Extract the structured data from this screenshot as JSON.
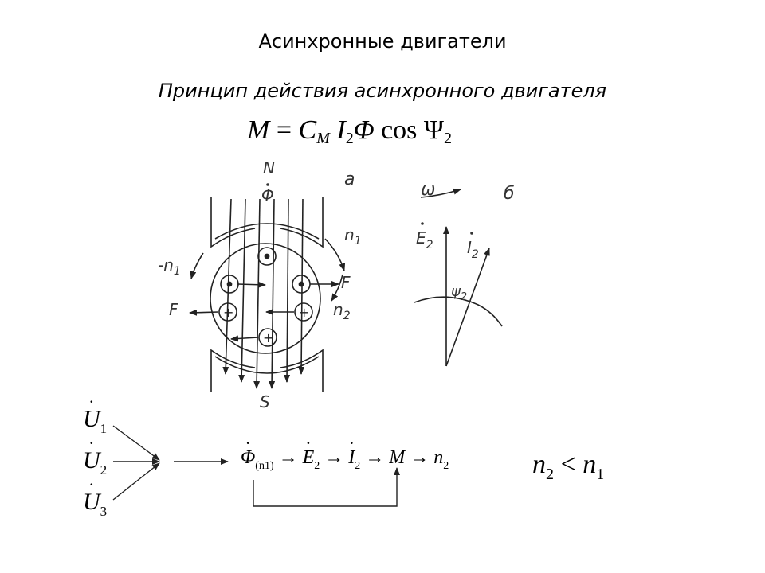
{
  "title": "Асинхронные двигатели",
  "subtitle": "Принцип действия асинхронного двигателя",
  "formula": {
    "lhs": "M",
    "eq": "=",
    "C": "C",
    "C_sub": "M",
    "I": "I",
    "I_sub": "2",
    "Phi": "Φ",
    "cos": "cos",
    "Psi": "Ψ",
    "Psi_sub": "2"
  },
  "diagram_a": {
    "label_panel": "а",
    "label_N": "N",
    "label_S": "S",
    "label_phi": "Φ",
    "label_n1": "n",
    "label_n1_sub": "1",
    "label_minus_n1": "-n",
    "label_minus_n1_sub": "1",
    "label_F_right": "F",
    "label_F_left": "F",
    "label_n2": "n",
    "label_n2_sub": "2",
    "plus_sign": "+"
  },
  "diagram_b": {
    "label_panel": "б",
    "label_omega": "ω",
    "label_E": "E",
    "label_E_sub": "2",
    "label_I": "I",
    "label_I_sub": "2",
    "label_psi": "ψ",
    "label_psi_sub": "2"
  },
  "voltages": [
    {
      "symbol": "U",
      "sub": "1"
    },
    {
      "symbol": "U",
      "sub": "2"
    },
    {
      "symbol": "U",
      "sub": "3"
    }
  ],
  "chain": {
    "phi": "Φ",
    "phi_sub": "(n1)",
    "arrow": "→",
    "e": "E",
    "e_sub": "2",
    "i": "I",
    "i_sub": "2",
    "m": "M",
    "n": "n",
    "n_sub": "2"
  },
  "inequality": {
    "left": "n",
    "left_sub": "2",
    "op": "<",
    "right": "n",
    "right_sub": "1"
  }
}
